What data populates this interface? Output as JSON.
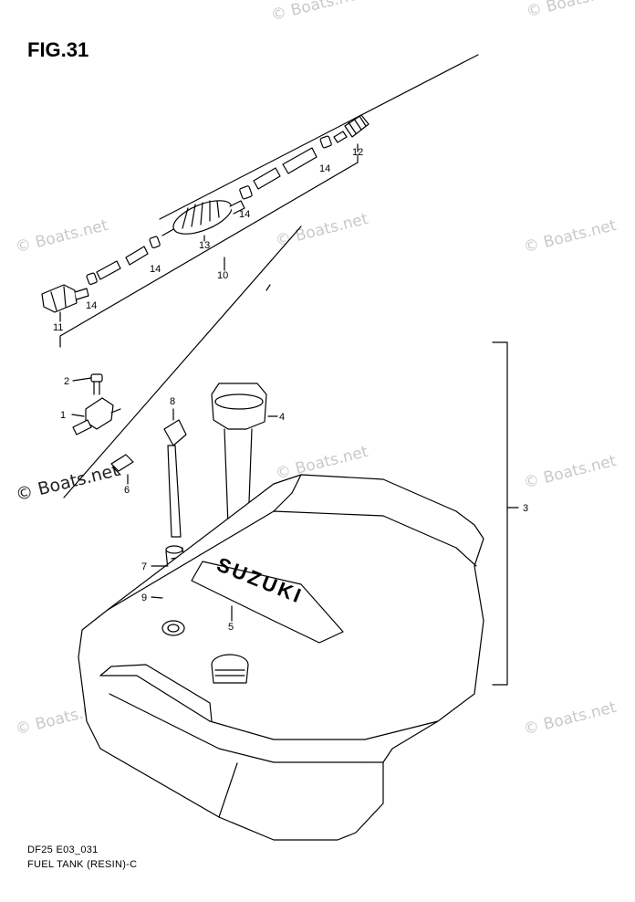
{
  "figure": {
    "title": "FIG.31",
    "code": "DF25 E03_031",
    "name": "FUEL TANK (RESIN)-C"
  },
  "callouts": {
    "c1": "1",
    "c2": "2",
    "c3": "3",
    "c4": "4",
    "c5": "5",
    "c6": "6",
    "c7": "7",
    "c8": "8",
    "c9": "9",
    "c10": "10",
    "c11": "11",
    "c12": "12",
    "c13": "13",
    "c14a": "14",
    "c14b": "14",
    "c14c": "14",
    "c14d": "14"
  },
  "tank_brand": "SUZUKI",
  "watermark": "© Boats.net"
}
